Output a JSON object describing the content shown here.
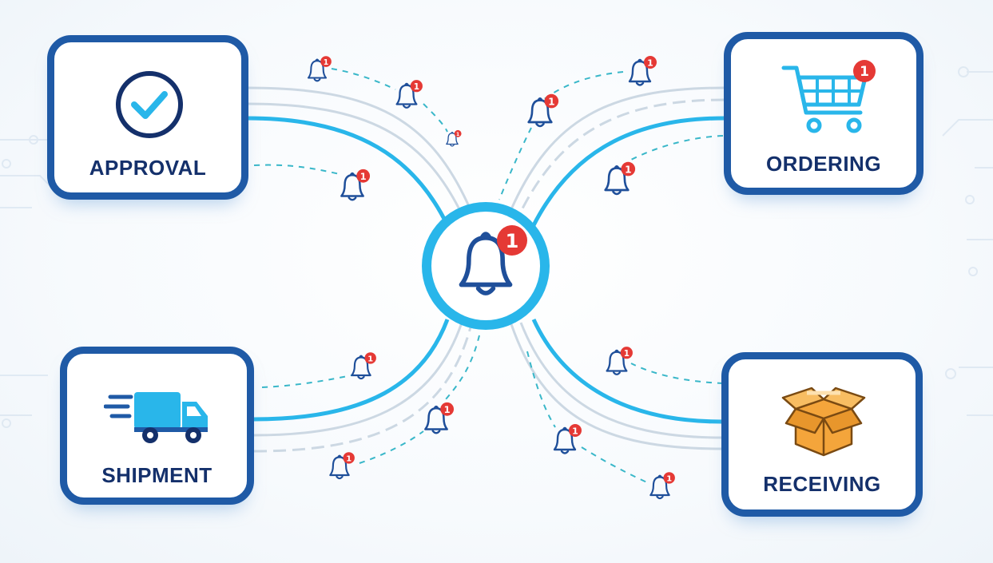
{
  "nodes": {
    "approval": {
      "label": "APPROVAL",
      "icon": "check-circle-icon"
    },
    "ordering": {
      "label": "ORDERING",
      "icon": "shopping-cart-icon",
      "badge": "1"
    },
    "shipment": {
      "label": "SHIPMENT",
      "icon": "delivery-truck-icon"
    },
    "receiving": {
      "label": "RECEIVING",
      "icon": "open-box-icon"
    }
  },
  "hub": {
    "icon": "notification-bell-icon",
    "badge": "1"
  },
  "notification_badge": "1",
  "colors": {
    "card_border": "#1f5aa6",
    "label_text": "#14306b",
    "connector": "#29b6ea",
    "connector_light": "#c9d6e2",
    "badge": "#e53935",
    "bell_stroke": "#1f4f9a",
    "box_orange": "#f4a53b"
  }
}
